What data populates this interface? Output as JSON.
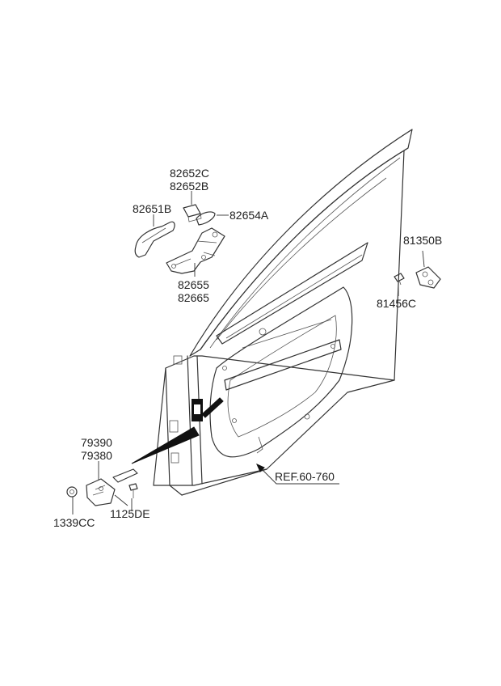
{
  "labels": {
    "handle_cover_c": "82652C",
    "handle_cover_b": "82652B",
    "outside_handle": "82651B",
    "handle_pad": "82654A",
    "handle_bracket_a": "82655",
    "handle_bracket_b": "82665",
    "striker": "81350B",
    "striker_screw": "81456C",
    "hinge_upper": "79390",
    "hinge_lower": "79380",
    "hinge_nut": "1339CC",
    "hinge_bolt": "1125DE",
    "panel_ref": "REF.60-760"
  },
  "colors": {
    "line": "#333333",
    "text": "#222222",
    "fill_black": "#111111"
  }
}
